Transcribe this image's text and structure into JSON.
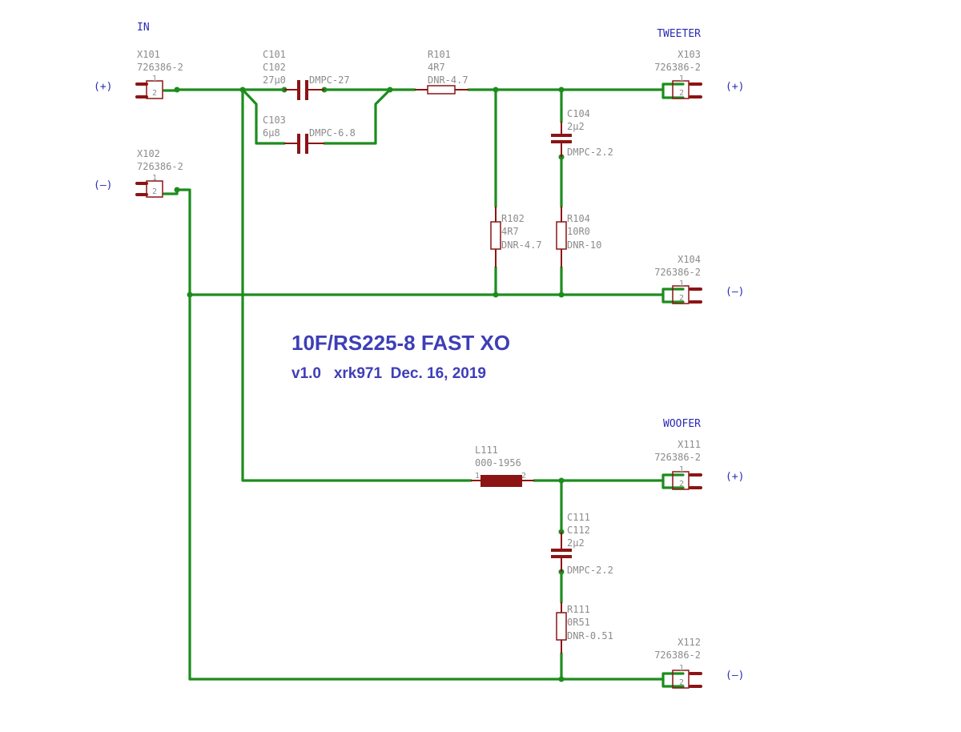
{
  "title": "10F/RS225-8 FAST XO",
  "subtitle": "v1.0   xrk971  Dec. 16, 2019",
  "net_labels": {
    "in": "IN",
    "tweeter": "TWEETER",
    "woofer": "WOOFER"
  },
  "polarity": {
    "pos": "(+)",
    "neg": "(–)"
  },
  "connectors": {
    "x101": {
      "ref": "X101",
      "part": "726386-2",
      "pin1": "1",
      "pin2": "2"
    },
    "x102": {
      "ref": "X102",
      "part": "726386-2",
      "pin1": "1",
      "pin2": "2"
    },
    "x103": {
      "ref": "X103",
      "part": "726386-2",
      "pin1": "1",
      "pin2": "2"
    },
    "x104": {
      "ref": "X104",
      "part": "726386-2",
      "pin1": "1",
      "pin2": "2"
    },
    "x111": {
      "ref": "X111",
      "part": "726386-2",
      "pin1": "1",
      "pin2": "2"
    },
    "x112": {
      "ref": "X112",
      "part": "726386-2",
      "pin1": "1",
      "pin2": "2"
    }
  },
  "components": {
    "c101": {
      "ref1": "C101",
      "ref2": "C102",
      "value": "27µ0",
      "part": "DMPC-27"
    },
    "c103": {
      "ref": "C103",
      "value": "6µ8",
      "part": "DMPC-6.8"
    },
    "r101": {
      "ref": "R101",
      "value": "4R7",
      "part": "DNR-4.7"
    },
    "c104": {
      "ref": "C104",
      "value": "2µ2",
      "part": "DMPC-2.2"
    },
    "r102": {
      "ref": "R102",
      "value": "4R7",
      "part": "DNR-4.7"
    },
    "r104": {
      "ref": "R104",
      "value": "10R0",
      "part": "DNR-10"
    },
    "l111": {
      "ref": "L111",
      "part": "000-1956",
      "pin1": "1",
      "pin2": "2"
    },
    "c111": {
      "ref1": "C111",
      "ref2": "C112",
      "value": "2µ2",
      "part": "DMPC-2.2"
    },
    "r111": {
      "ref": "R111",
      "value": "0R51",
      "part": "DNR-0.51"
    }
  }
}
